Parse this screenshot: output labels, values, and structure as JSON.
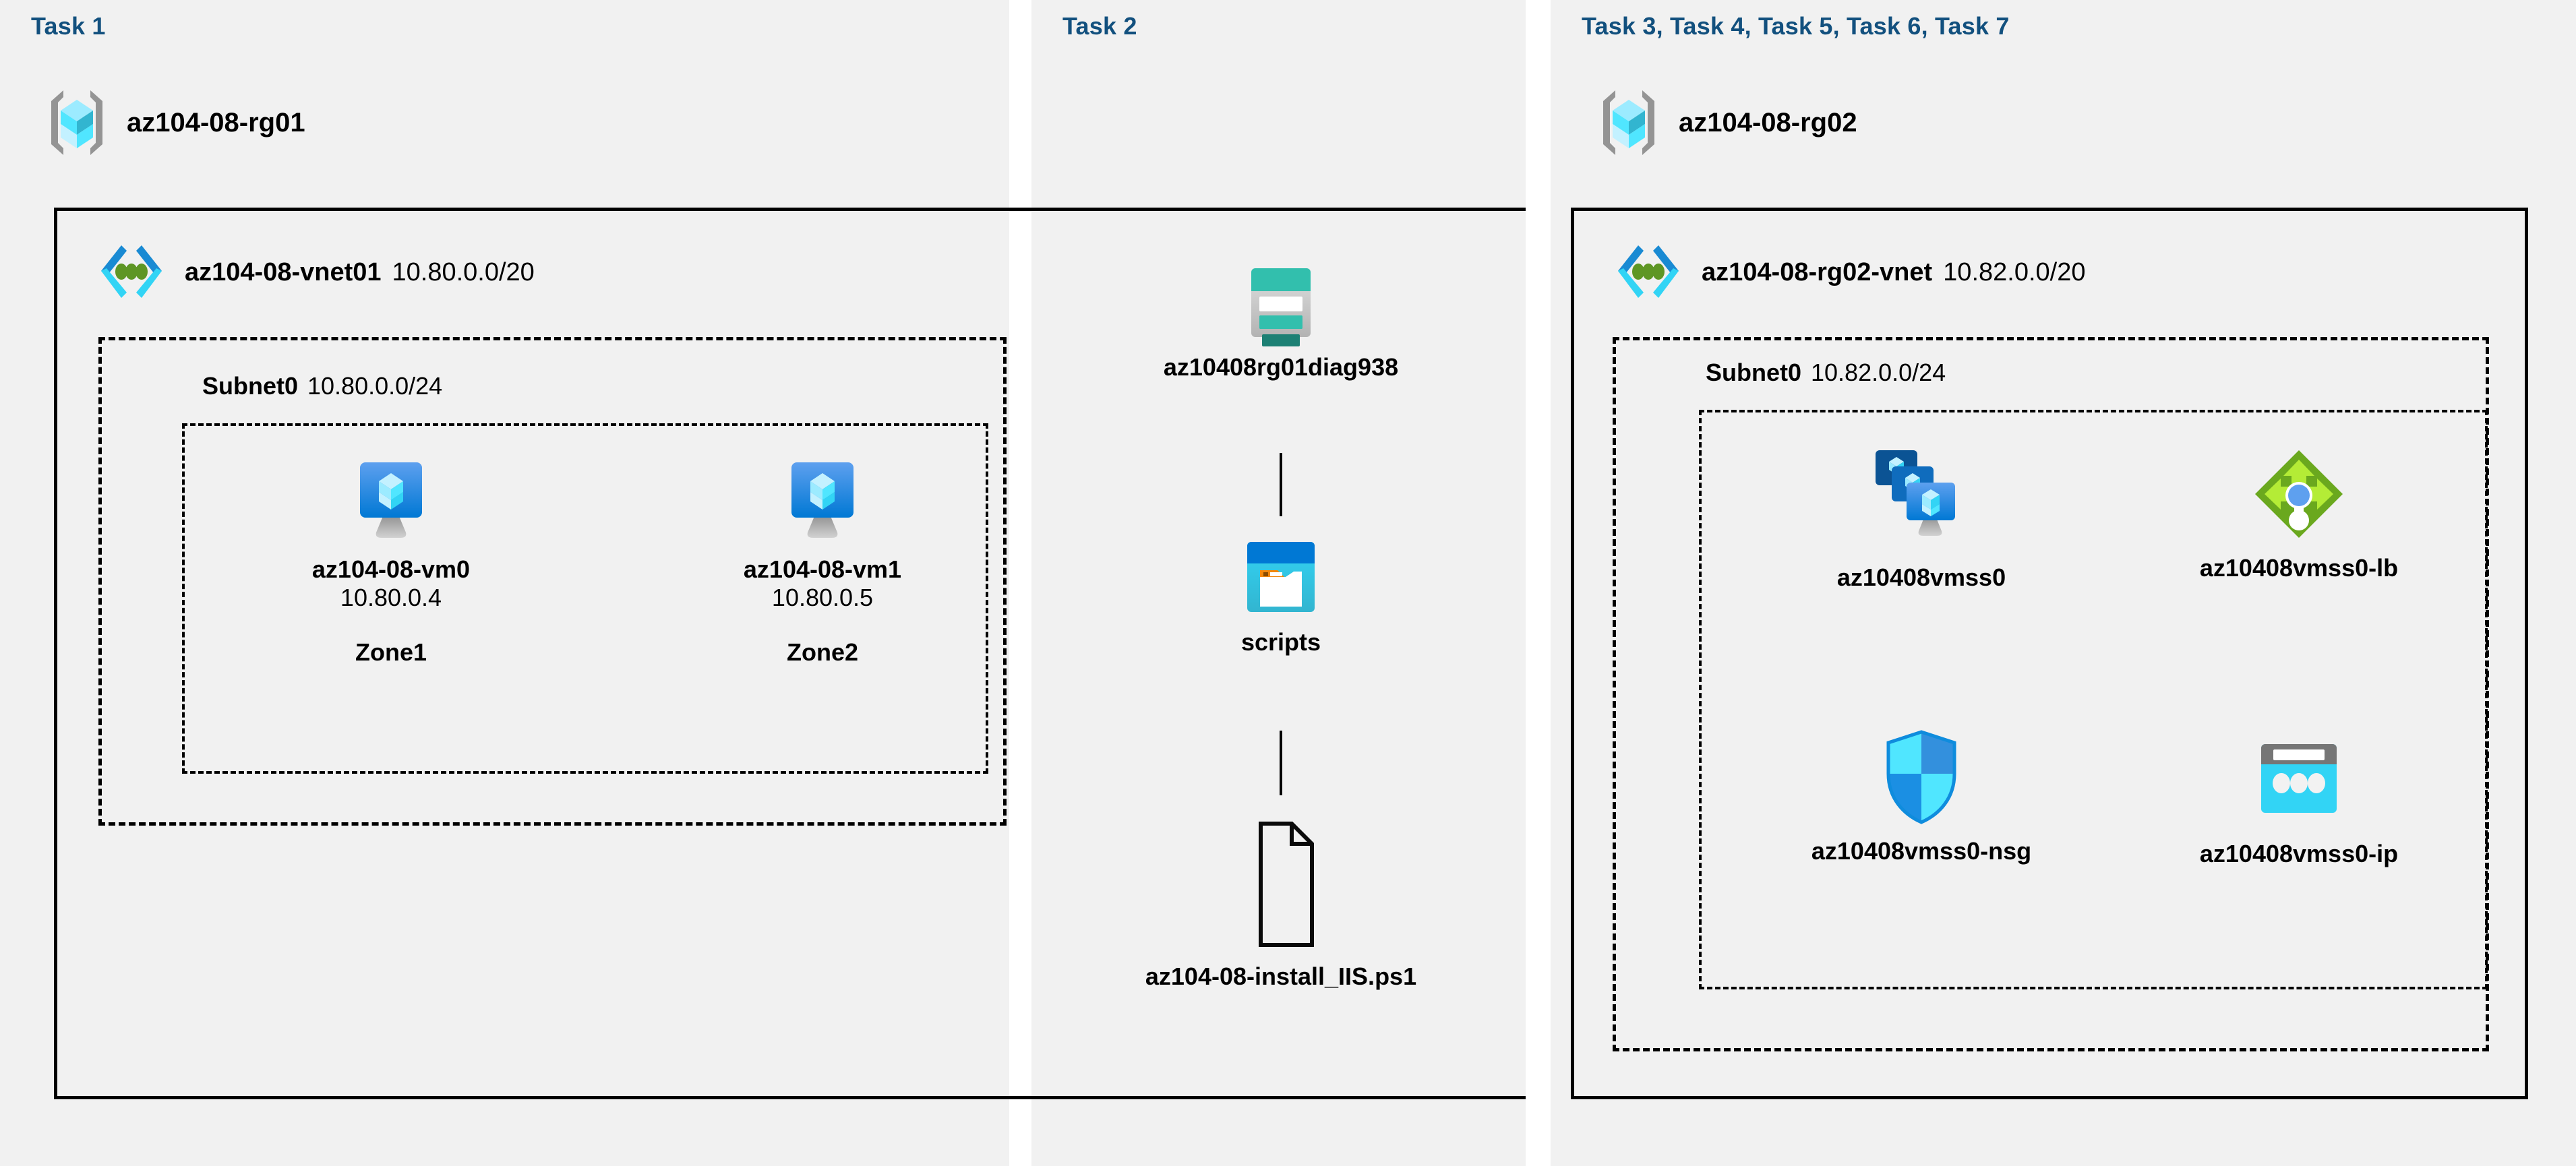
{
  "diagram": {
    "title_color": "#12507e",
    "panel_bg": "#f1f1f1",
    "page_bg": "#ffffff"
  },
  "panels": [
    {
      "id": "task1",
      "task_label": "Task 1",
      "resource_group": {
        "name": "az104-08-rg01",
        "icon": "resource-group-icon"
      },
      "vnet": {
        "name": "az104-08-vnet01",
        "cidr": "10.80.0.0/20",
        "icon": "virtual-network-icon"
      },
      "subnet": {
        "name": "Subnet0",
        "cidr": "10.80.0.0/24"
      },
      "vms": [
        {
          "name": "az104-08-vm0",
          "ip": "10.80.0.4",
          "zone": "Zone1",
          "icon": "virtual-machine-icon"
        },
        {
          "name": "az104-08-vm1",
          "ip": "10.80.0.5",
          "zone": "Zone2",
          "icon": "virtual-machine-icon"
        }
      ]
    },
    {
      "id": "task2",
      "task_label": "Task 2",
      "items": [
        {
          "name": "az10408rg01diag938",
          "icon": "storage-account-icon"
        },
        {
          "name": "scripts",
          "icon": "blob-container-icon"
        },
        {
          "name": "az104-08-install_IIS.ps1",
          "icon": "script-file-icon"
        }
      ]
    },
    {
      "id": "task3",
      "task_label": "Task 3, Task 4, Task 5, Task 6, Task 7",
      "resource_group": {
        "name": "az104-08-rg02",
        "icon": "resource-group-icon"
      },
      "vnet": {
        "name": "az104-08-rg02-vnet",
        "cidr": "10.82.0.0/20",
        "icon": "virtual-network-icon"
      },
      "subnet": {
        "name": "Subnet0",
        "cidr": "10.82.0.0/24"
      },
      "resources": [
        {
          "name": "az10408vmss0",
          "icon": "vm-scale-set-icon"
        },
        {
          "name": "az10408vmss0-lb",
          "icon": "load-balancer-icon"
        },
        {
          "name": "az10408vmss0-nsg",
          "icon": "network-security-group-icon"
        },
        {
          "name": "az10408vmss0-ip",
          "icon": "public-ip-address-icon"
        }
      ]
    }
  ],
  "colors": {
    "task_heading": "#12507e",
    "vnet_blue": "#0078d4",
    "vnet_cyan": "#32d4f5",
    "vnet_green": "#5e9624",
    "rg_cube_light": "#9cebff",
    "rg_cube_cyan": "#32d4f5",
    "rg_cube_teal": "#32b5d0",
    "rg_bracket_gray": "#949494",
    "vm_blue_top": "#5ea0ef",
    "vm_blue_bottom": "#0078d4",
    "storage_teal": "#32bfad",
    "storage_dark_teal": "#1c8074",
    "blob_header_blue": "#0078d4",
    "blob_body_cyan": "#32d4f5",
    "blob_tab_orange": "#f2870b",
    "lb_green_dark": "#6aa81e",
    "lb_green_light": "#b4ec36",
    "lb_dot_blue": "#5ea0ef",
    "nsg_cyan": "#50e6ff",
    "nsg_blue": "#0078d4",
    "pip_gray": "#767676",
    "pip_cyan": "#32d4f5"
  }
}
